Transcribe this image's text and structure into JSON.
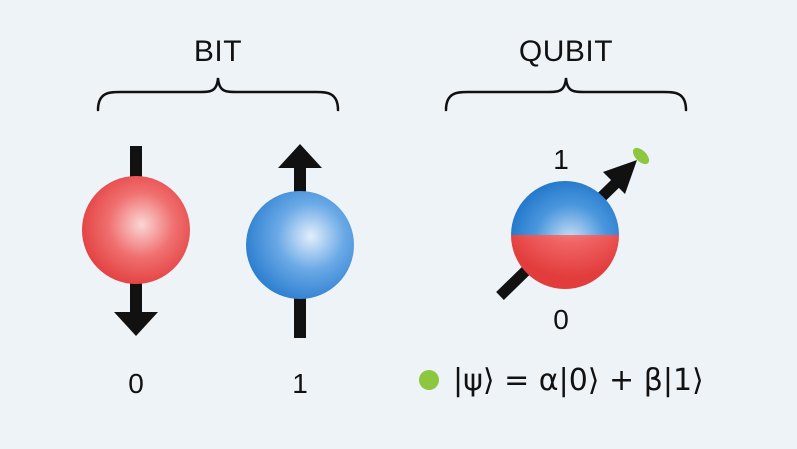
{
  "bit": {
    "heading": "BIT",
    "state0_label": "0",
    "state1_label": "1"
  },
  "qubit": {
    "heading": "QUBIT",
    "top_label": "1",
    "bottom_label": "0",
    "formula": "|ψ⟩ = α|0⟩ + β|1⟩"
  },
  "colors": {
    "background": "#eef3f8",
    "red_sphere": "#ee4a4a",
    "blue_sphere": "#2f86d6",
    "green_marker": "#8dc63f",
    "arrow": "#111111"
  }
}
